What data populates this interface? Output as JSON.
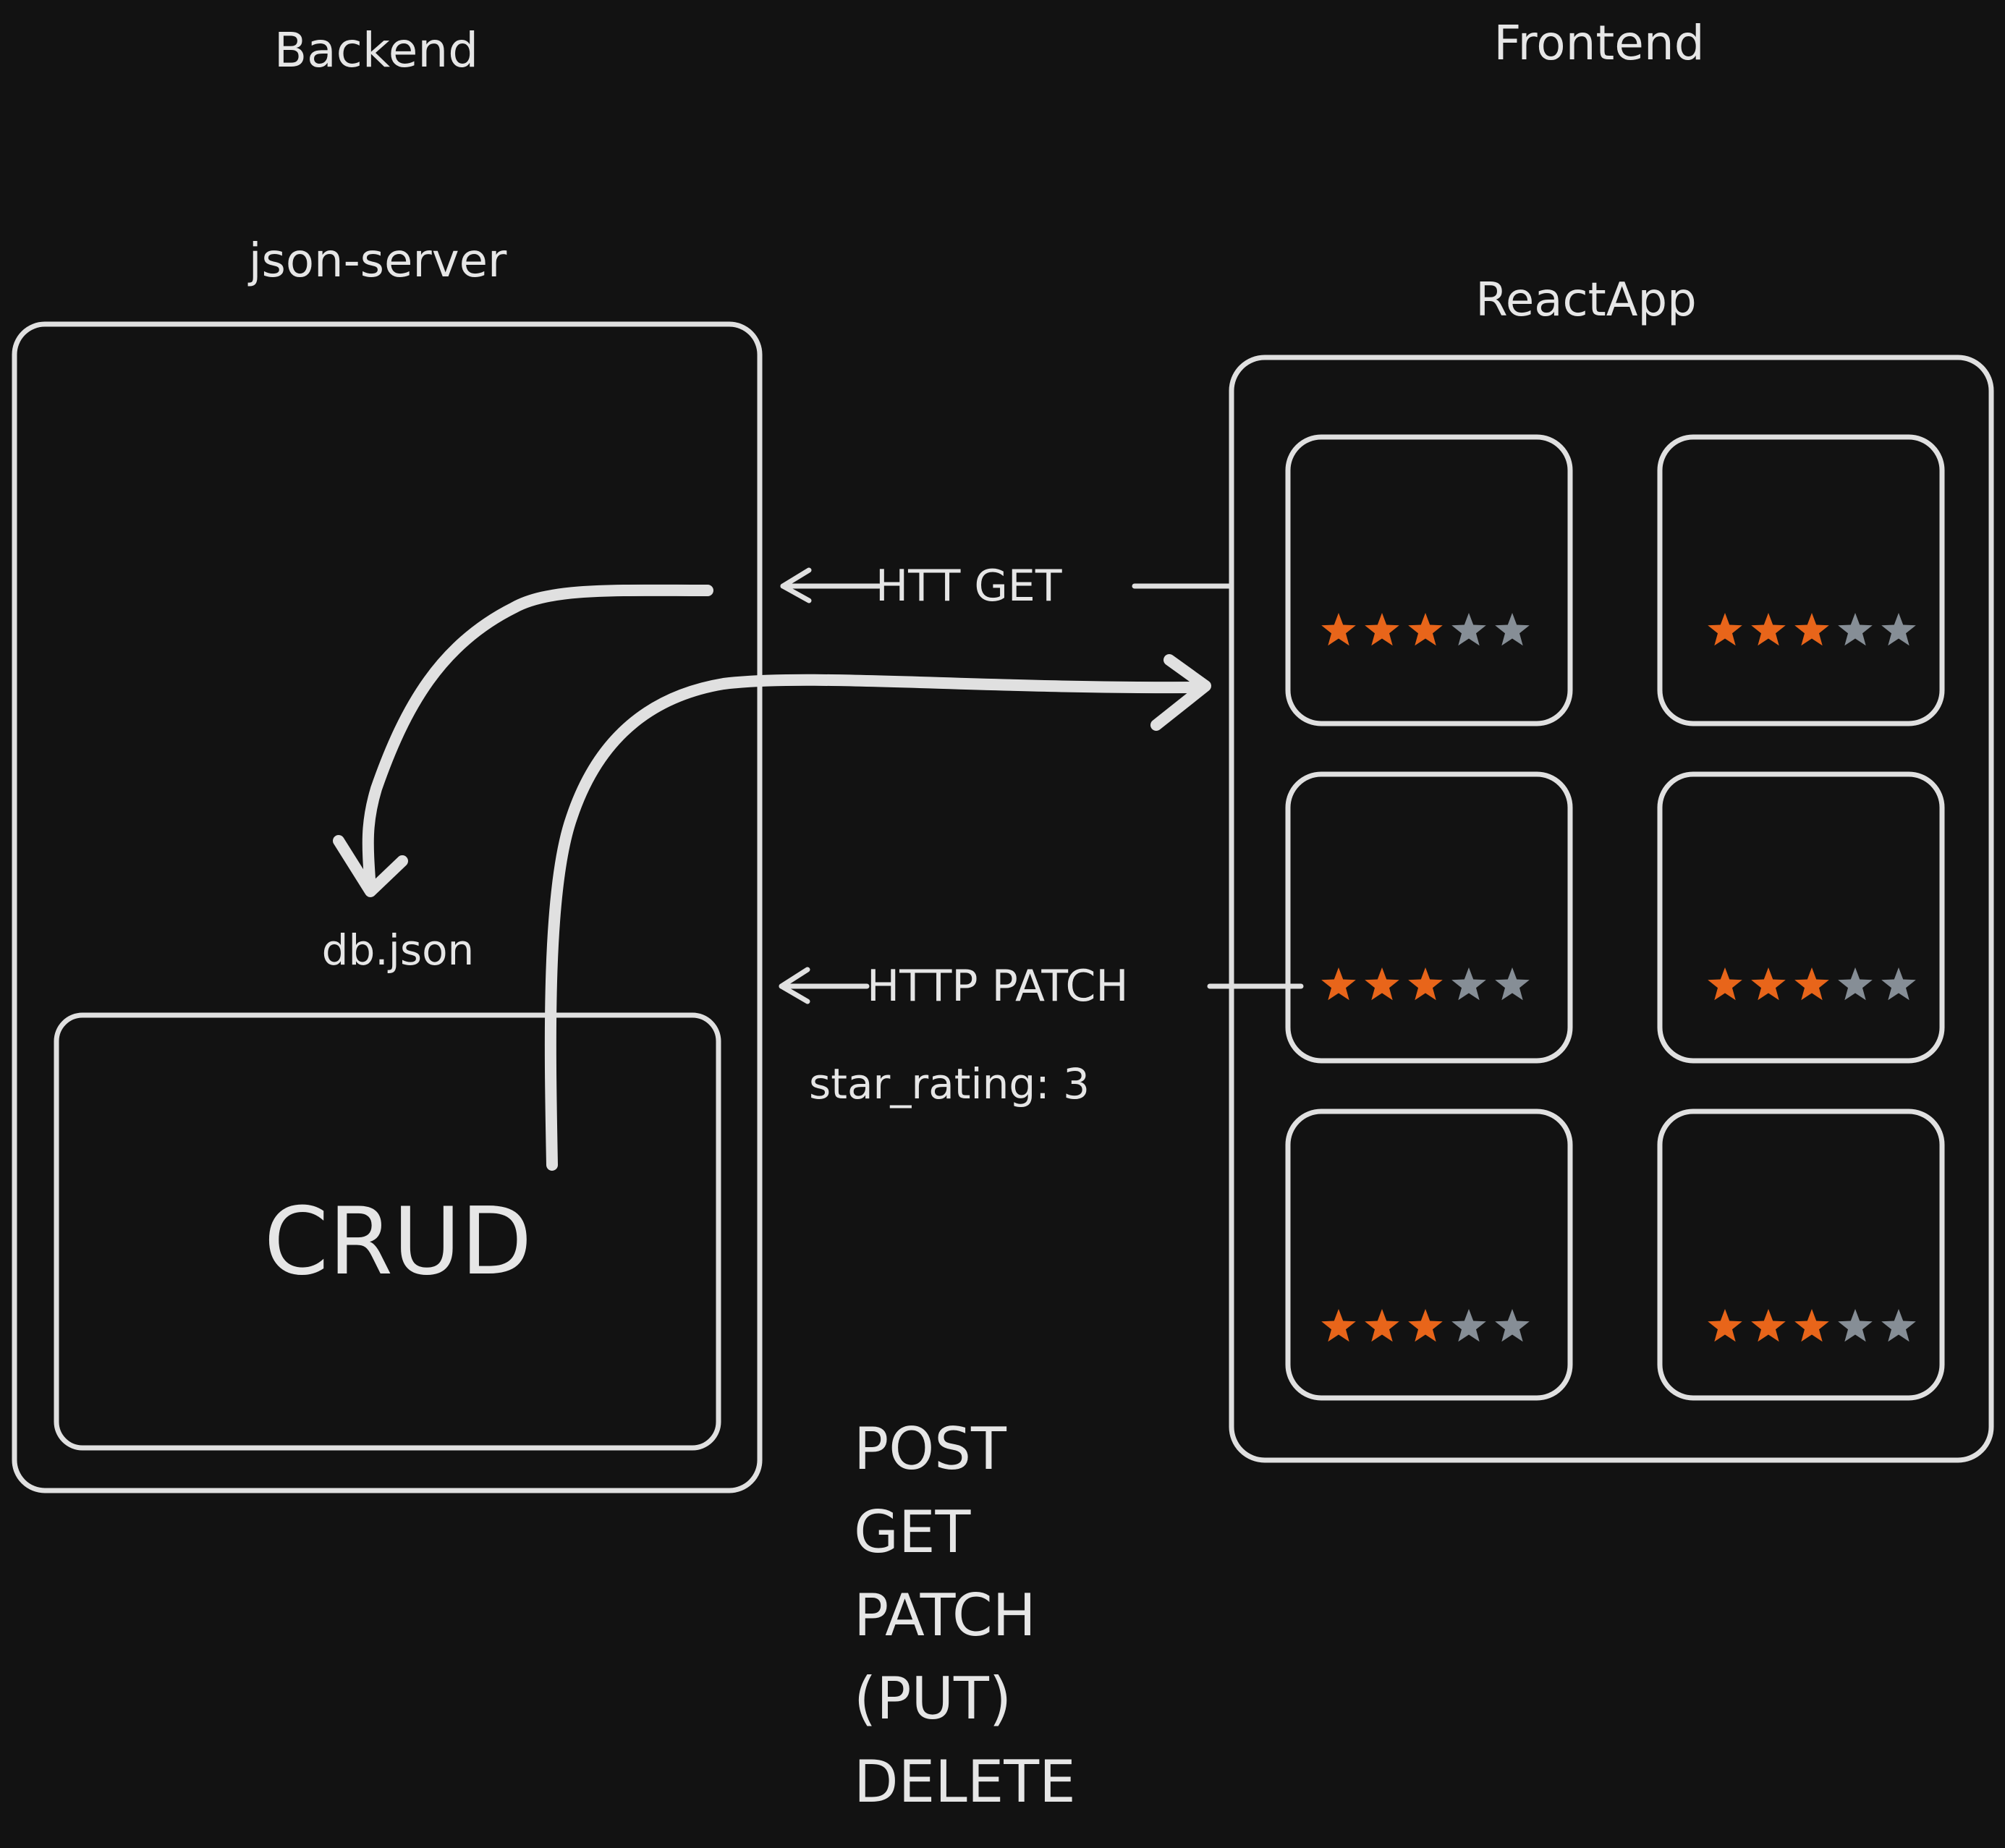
{
  "headings": {
    "backend": "Backend",
    "frontend": "Frontend"
  },
  "backend": {
    "title": "json-server",
    "db_label": "db.json",
    "crud_label": "CRUD"
  },
  "frontend": {
    "title": "ReactApp",
    "cards": [
      {
        "rating": 3,
        "max": 5
      },
      {
        "rating": 3,
        "max": 5
      },
      {
        "rating": 3,
        "max": 5
      },
      {
        "rating": 3,
        "max": 5
      },
      {
        "rating": 3,
        "max": 5
      },
      {
        "rating": 3,
        "max": 5
      }
    ]
  },
  "arrows": {
    "get_label": "HTT GET",
    "patch_label": "HTTP PATCH",
    "patch_payload": "star_rating: 3"
  },
  "methods": [
    "POST",
    "GET",
    "PATCH",
    "(PUT)",
    "DELETE"
  ],
  "colors": {
    "background": "#121212",
    "stroke": "#e0e0e0",
    "star_filled": "#e8651a",
    "star_empty": "#868e96"
  }
}
